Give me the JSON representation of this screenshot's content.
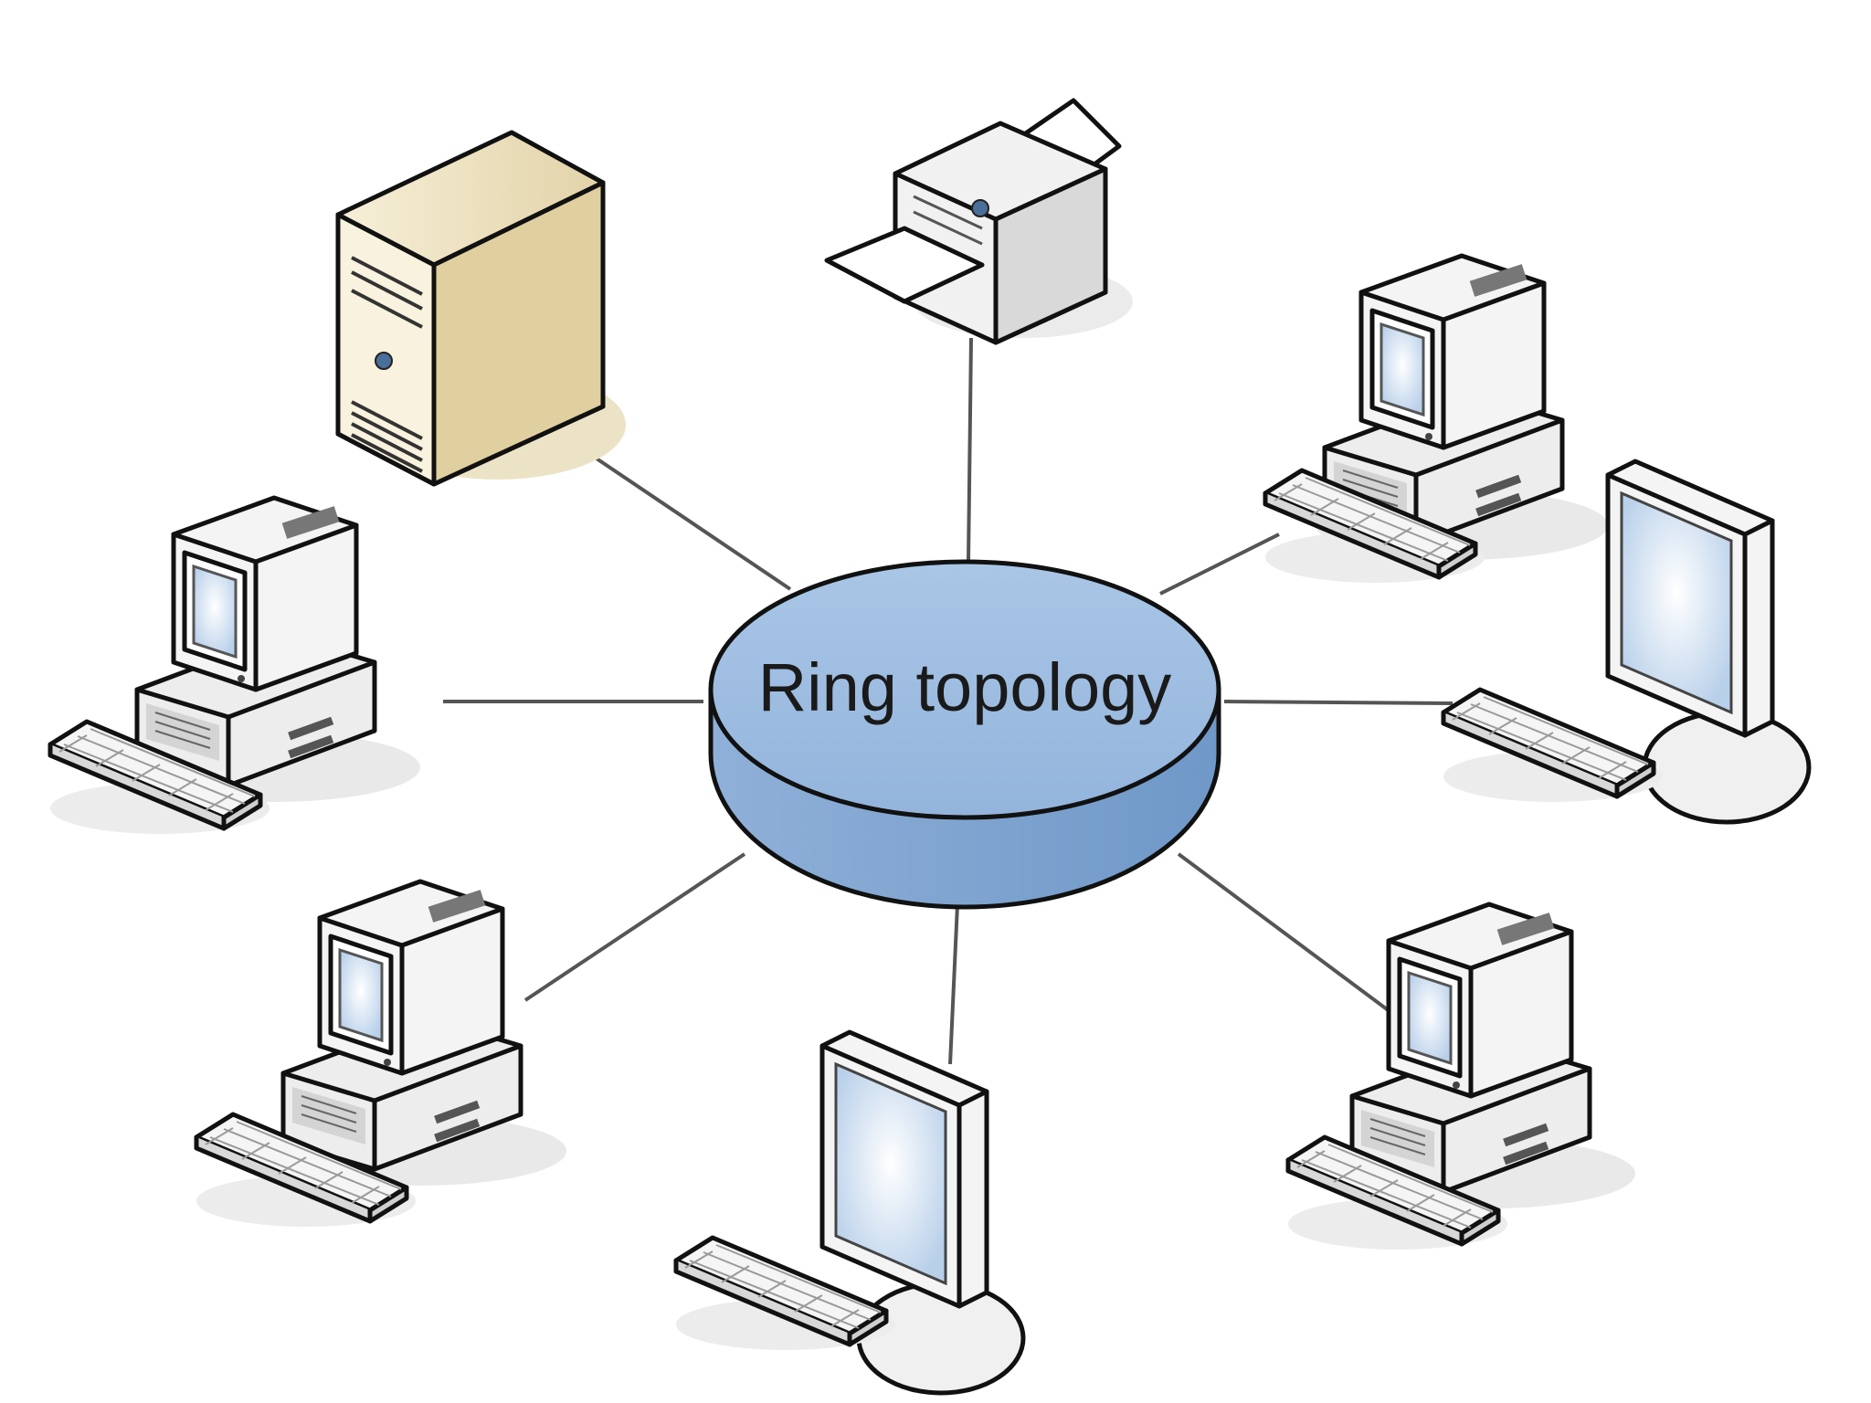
{
  "hub": {
    "label": "Ring topology"
  },
  "devices": [
    {
      "id": "server",
      "kind": "server-tower"
    },
    {
      "id": "printer",
      "kind": "printer"
    },
    {
      "id": "pc-top-right",
      "kind": "desktop-crt"
    },
    {
      "id": "pc-left",
      "kind": "desktop-crt"
    },
    {
      "id": "monitor-right",
      "kind": "lcd-monitor"
    },
    {
      "id": "pc-bottom-left",
      "kind": "desktop-crt"
    },
    {
      "id": "monitor-bottom",
      "kind": "lcd-monitor"
    },
    {
      "id": "pc-bottom-right",
      "kind": "desktop-crt"
    }
  ],
  "colors": {
    "hub_fill": "#9dbde0",
    "hub_side": "#7fa4d0",
    "server_fill": "#ece2c4",
    "screen": "#d6e6f6",
    "device_body": "#f2f2f2",
    "link": "#555555"
  }
}
